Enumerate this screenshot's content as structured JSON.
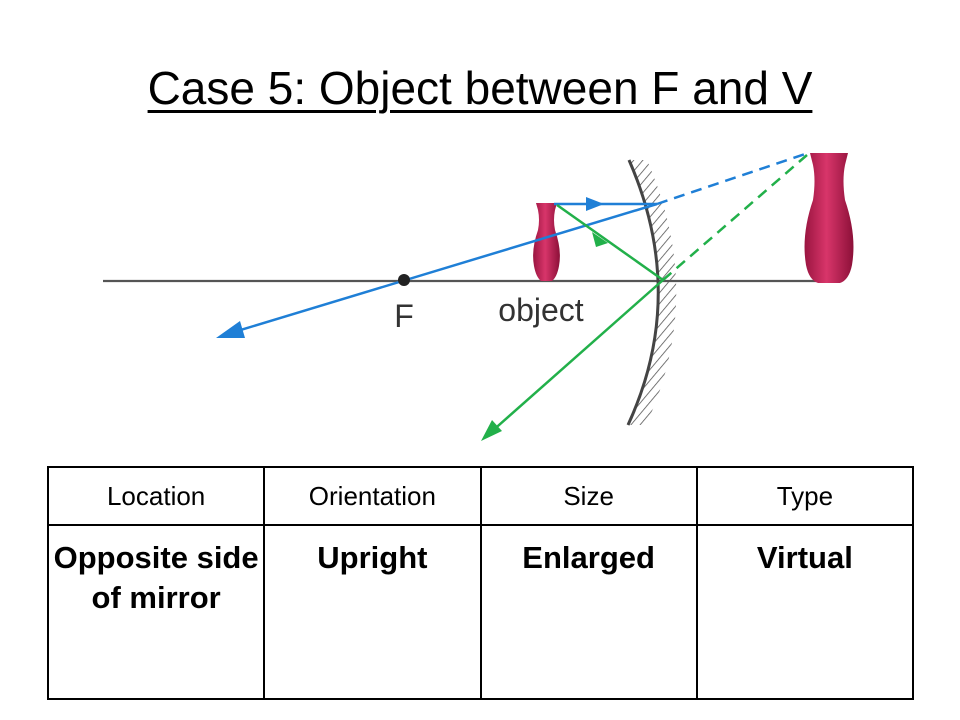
{
  "title": "Case 5: Object between F and V",
  "diagram": {
    "focal_label": "F",
    "object_label": "object",
    "colors": {
      "axis": "#555555",
      "ray_blue": "#1f7fd6",
      "ray_green": "#22b04a",
      "vase": "#c8285a",
      "mirror": "#444444"
    }
  },
  "table": {
    "headers": [
      "Location",
      "Orientation",
      "Size",
      "Type"
    ],
    "values": [
      "Opposite side of mirror",
      "Upright",
      "Enlarged",
      "Virtual"
    ]
  }
}
